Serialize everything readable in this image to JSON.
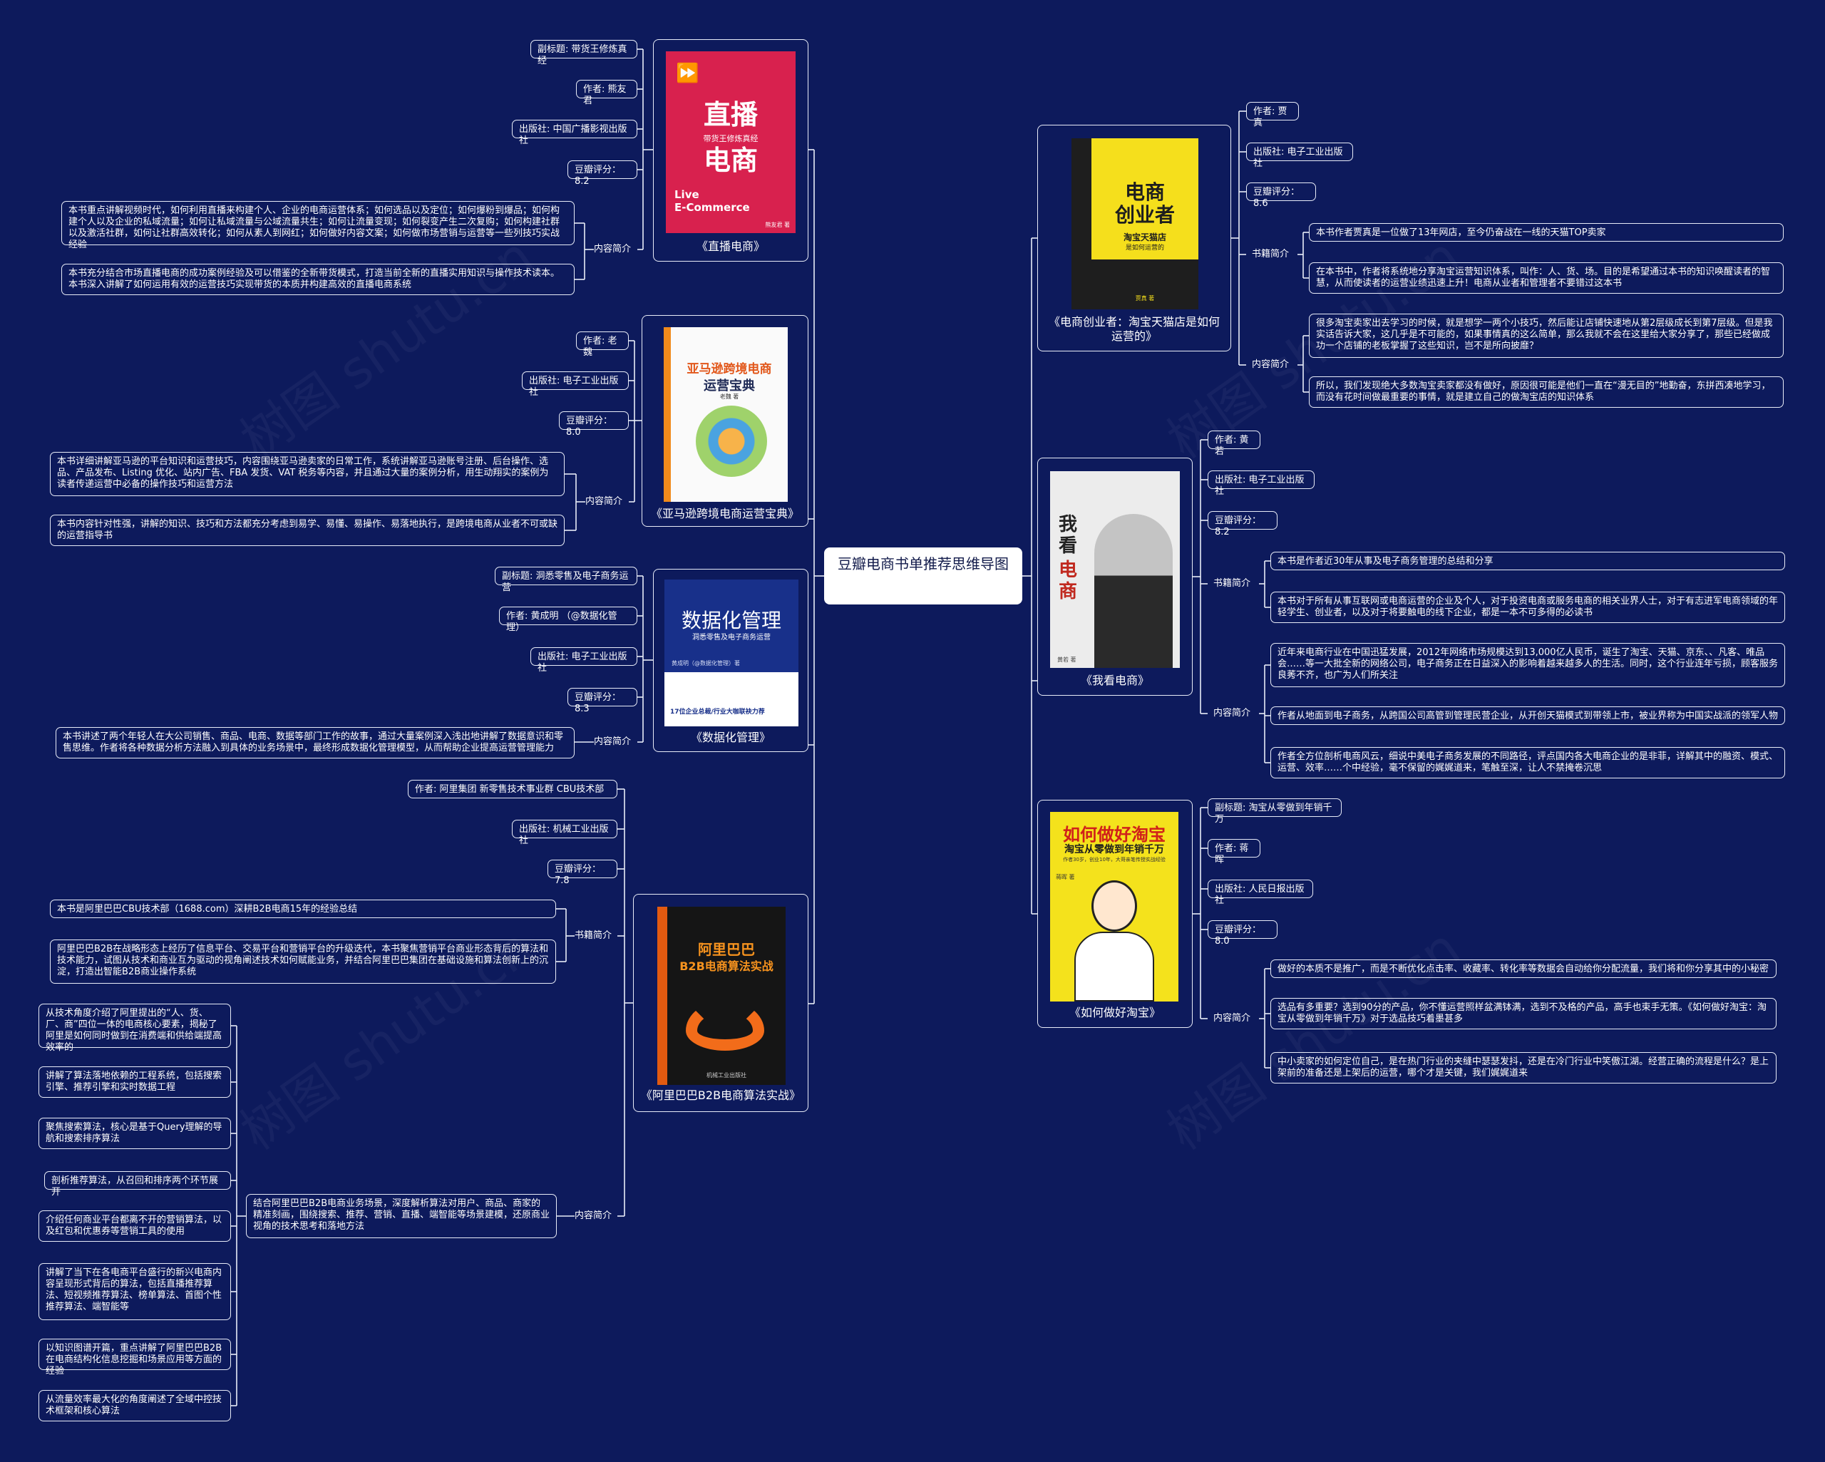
{
  "root": {
    "title": "豆瓣电商书单推荐思维导图"
  },
  "colors": {
    "background": "#0d1a5c",
    "line": "#e8ecf8",
    "root_bg": "#ffffff"
  },
  "watermark": "树图 shutu.cn",
  "books": {
    "zhibo": {
      "title": "《直播电商》",
      "subtitle": "副标题: 带货王修炼真经",
      "author": "作者: 熊友君",
      "publisher": "出版社: 中国广播影视出版社",
      "rating": "豆瓣评分：8.2",
      "intro_label": "内容简介",
      "intro": [
        "本书重点讲解视频时代，如何利用直播来构建个人、企业的电商运营体系；如何选品以及定位；如何爆粉到爆品；如何构建个人以及企业的私域流量；如何让私域流量与公域流量共生；如何让流量变现；如何裂变产生二次复购；如何构建社群以及激活社群，如何让社群高效转化；如何从素人到网红；如何做好内容文案；如何做市场营销与运营等一些列技巧实战经验",
        "本书充分结合市场直播电商的成功案例经验及可以借鉴的全新带货模式，打造当前全新的直播实用知识与操作技术读本。本书深入讲解了如何运用有效的运营技巧实现带货的本质并构建高效的直播电商系统"
      ],
      "cover": {
        "line1": "直播",
        "line2": "电商",
        "tagline": "带货王修炼真经",
        "en1": "Live",
        "en2": "E-Commerce",
        "author_tag": "熊友君 著"
      }
    },
    "amazon": {
      "title": "《亚马逊跨境电商运营宝典》",
      "author": "作者: 老魏",
      "publisher": "出版社: 电子工业出版社",
      "rating": "豆瓣评分：8.0",
      "intro_label": "内容简介",
      "intro": [
        "本书详细讲解亚马逊的平台知识和运营技巧，内容围绕亚马逊卖家的日常工作，系统讲解亚马逊账号注册、后台操作、选品、产品发布、Listing 优化、站内广告、FBA 发货、VAT 税务等内容，并且通过大量的案例分析，用生动翔实的案例为读者传递运营中必备的操作技巧和运营方法",
        "本书内容针对性强，讲解的知识、技巧和方法都充分考虑到易学、易懂、易操作、易落地执行，是跨境电商从业者不可或缺的运营指导书"
      ],
      "cover": {
        "line1": "亚马逊跨境电商",
        "line2": "运营宝典",
        "author_tag": "老魏 著"
      }
    },
    "shuju": {
      "title": "《数据化管理》",
      "subtitle": "副标题: 洞悉零售及电子商务运营",
      "author": "作者: 黄成明 （@数据化管理）",
      "publisher": "出版社: 电子工业出版社",
      "rating": "豆瓣评分：8.3",
      "intro_label": "内容简介",
      "intro": [
        "本书讲述了两个年轻人在大公司销售、商品、电商、数据等部门工作的故事，通过大量案例深入浅出地讲解了数据意识和零售思维。作者将各种数据分析方法融入到具体的业务场景中，最终形成数据化管理模型，从而帮助企业提高运营管理能力"
      ],
      "cover": {
        "line1": "数据化管理",
        "line2": "洞悉零售及电子商务运营",
        "author_tag": "黄成明（@数据化管理）著",
        "footer": "17位企业总裁/行业大咖联袂力荐"
      }
    },
    "alibaba": {
      "title": "《阿里巴巴B2B电商算法实战》",
      "author": "作者: 阿里集团 新零售技术事业群 CBU技术部",
      "publisher": "出版社: 机械工业出版社",
      "rating": "豆瓣评分：7.8",
      "summary_label": "书籍简介",
      "summary": [
        "本书是阿里巴巴CBU技术部（1688.com）深耕B2B电商15年的经验总结",
        "阿里巴巴B2B在战略形态上经历了信息平台、交易平台和营销平台的升级迭代，本书聚焦营销平台商业形态背后的算法和技术能力，试图从技术和商业互为驱动的视角阐述技术如何赋能业务，并结合阿里巴巴集团在基础设施和算法创新上的沉淀，打造出智能B2B商业操作系统"
      ],
      "intro_label": "内容简介",
      "intro_main": "结合阿里巴巴B2B电商业务场景，深度解析算法对用户、商品、商家的精准刻画，围绕搜索、推荐、营销、直播、端智能等场景建模，还原商业视角的技术思考和落地方法",
      "intro_points": [
        "从技术角度介绍了阿里提出的“人、货、厂、商”四位一体的电商核心要素，揭秘了阿里是如何同时做到在消费端和供给端提高效率的",
        "讲解了算法落地依赖的工程系统，包括搜索引擎、推荐引擎和实时数据工程",
        "聚焦搜索算法，核心是基于Query理解的导航和搜索排序算法",
        "剖析推荐算法，从召回和排序两个环节展开",
        "介绍任何商业平台都离不开的营销算法，以及红包和优惠券等营销工具的使用",
        "讲解了当下在各电商平台盛行的新兴电商内容呈现形式背后的算法，包括直播推荐算法、短视频推荐算法、榜单算法、首图个性推荐算法、端智能等",
        "以知识图谱开篇，重点讲解了阿里巴巴B2B在电商结构化信息挖掘和场景应用等方面的经验",
        "从流量效率最大化的角度阐述了全域中控技术框架和核心算法"
      ],
      "cover": {
        "line1": "阿里巴巴",
        "line2": "B2B电商算法实战",
        "spine": "阿里巴巴B2B电商算法实战",
        "footer": "机械工业出版社"
      }
    },
    "chuangye": {
      "title": "《电商创业者：淘宝天猫店是如何运营的》",
      "author": "作者: 贾真",
      "publisher": "出版社: 电子工业出版社",
      "rating": "豆瓣评分：8.6",
      "summary_label": "书籍简介",
      "summary": [
        "本书作者贾真是一位做了13年网店，至今仍奋战在一线的天猫TOP卖家",
        "在本书中，作者将系统地分享淘宝运营知识体系，叫作：人、货、场。目的是希望通过本书的知识唤醒读者的智慧，从而使读者的运营业绩迅速上升！电商从业者和管理者不要错过这本书"
      ],
      "intro_label": "内容简介",
      "intro": [
        "很多淘宝卖家出去学习的时候，就是想学一两个小技巧，然后能让店铺快速地从第2层级成长到第7层级。但是我实话告诉大家，这几乎是不可能的，如果事情真的这么简单，那么我就不会在这里给大家分享了，那些已经做成功一个店铺的老板掌握了这些知识，岂不是所向披靡？",
        "所以，我们发现绝大多数淘宝卖家都没有做好，原因很可能是他们一直在“漫无目的”地勤奋，东拼西凑地学习，而没有花时间做最重要的事情，就是建立自己的做淘宝店的知识体系"
      ],
      "cover": {
        "line1": "电商",
        "line2": "创业者",
        "line3": "淘宝天猫店",
        "line4": "是如何运营的",
        "spine": "电商创业者 淘宝天猫店是如何运营的",
        "author_tag": "贾真 著"
      }
    },
    "wokan": {
      "title": "《我看电商》",
      "author": "作者: 黄若",
      "publisher": "出版社: 电子工业出版社",
      "rating": "豆瓣评分：8.2",
      "summary_label": "书籍简介",
      "summary": [
        "本书是作者近30年从事及电子商务管理的总结和分享",
        "本书对于所有从事互联网或电商运营的企业及个人，对于投资电商或服务电商的相关业界人士，对于有志进军电商领域的年轻学生、创业者，以及对于将要触电的线下企业，都是一本不可多得的必读书"
      ],
      "intro_label": "内容简介",
      "intro": [
        "近年来电商行业在中国迅猛发展，2012年网络市场规模达到13,000亿人民币，诞生了淘宝、天猫、京东、、凡客、唯品会……等一大批全新的网络公司，电子商务正在日益深入的影响着越来越多人的生活。同时，这个行业连年亏损，顾客服务良莠不齐，也广为人们所关注",
        "作者从地面到电子商务，从跨国公司高管到管理民营企业，从开创天猫模式到带领上市，被业界称为中国实战派的领军人物",
        "作者全方位剖析电商风云，细说中美电子商务发展的不同路径，评点国内各大电商企业的是非菲，详解其中的融资、模式、运营、效率……个中经验，毫不保留的娓娓道来，笔触至深，让人不禁掩卷沉思"
      ],
      "cover": {
        "line1": "我看",
        "line2": "电商",
        "author_tag": "黄若 著"
      }
    },
    "taobao": {
      "title": "《如何做好淘宝》",
      "subtitle": "副标题: 淘宝从零做到年销千万",
      "author": "作者: 蒋晖",
      "publisher": "出版社: 人民日报出版社",
      "rating": "豆瓣评分：8.0",
      "intro_label": "内容简介",
      "intro": [
        "做好的本质不是推广，而是不断优化点击率、收藏率、转化率等数据会自动给你分配流量，我们将和你分享其中的小秘密",
        "选品有多重要？选到90分的产品，你不懂运营照样盆满钵满，选到不及格的产品，高手也束手无策。《如何做好淘宝：淘宝从零做到年销千万》对于选品技巧着墨甚多",
        "中小卖家的如何定位自己，是在热门行业的夹缝中瑟瑟发抖，还是在冷门行业中笑傲江湖。经营正确的流程是什么？是上架前的准备还是上架后的运营，哪个才是关键，我们娓娓道来"
      ],
      "cover": {
        "line1": "如何做好淘宝",
        "line2": "淘宝从零做到年销千万",
        "line3": "作者30岁，创业10年，大哥亲笔传授实战经验",
        "author_tag": "蒋晖 著"
      }
    }
  }
}
